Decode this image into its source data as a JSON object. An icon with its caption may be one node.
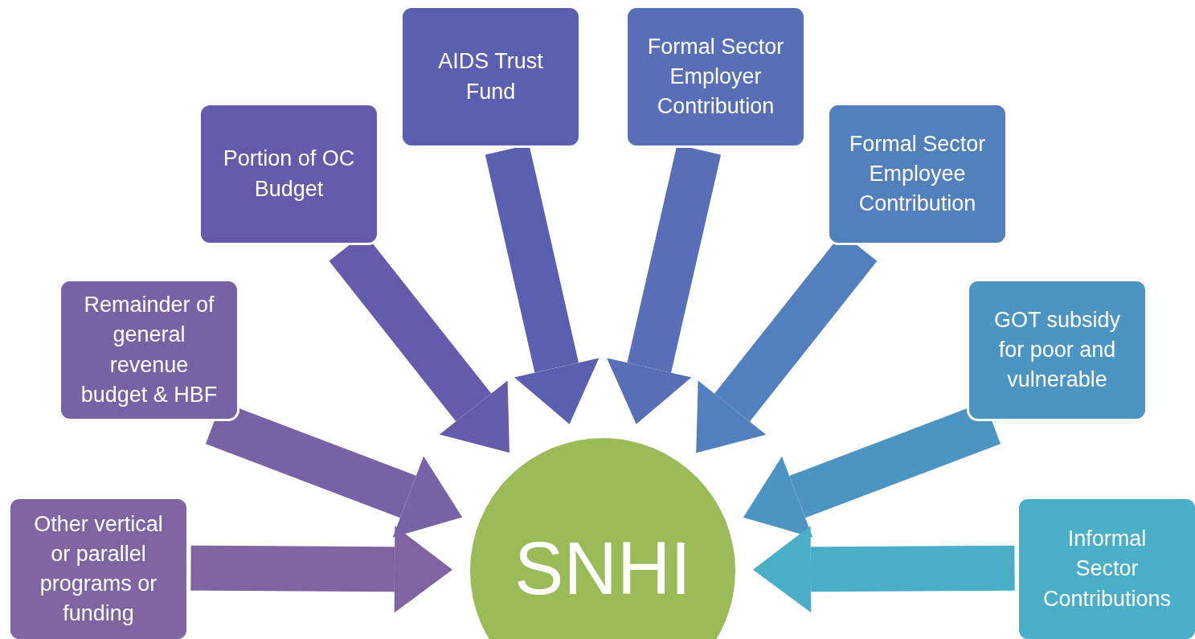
{
  "diagram": {
    "nodes": [
      {
        "text": [
          "Other vertical or parallel programs or funding"
        ]
      },
      {
        "text": [
          "Remainder of general revenue budget & HBF"
        ]
      },
      {
        "text": [
          "Portion of OC Budget"
        ]
      },
      {
        "text": [
          "AIDS Trust Fund"
        ]
      },
      {
        "text": [
          "Formal Sector Employer Contribution"
        ]
      },
      {
        "text": [
          "Formal Sector Employee Contribution"
        ]
      },
      {
        "text": [
          "GOT subsidy for poor and vulnerable"
        ]
      },
      {
        "text": [
          "Informal Sector Contributions"
        ]
      },
      {
        "text": [
          "SNHI"
        ]
      }
    ],
    "edges": [
      {
        "from": 0,
        "to": 8,
        "arrow": "to",
        "color": "#8064a2"
      },
      {
        "from": 1,
        "to": 8,
        "arrow": "to",
        "color": "#7862a6"
      },
      {
        "from": 2,
        "to": 8,
        "arrow": "to",
        "color": "#665aab"
      },
      {
        "from": 3,
        "to": 8,
        "arrow": "to",
        "color": "#5a5fb0"
      },
      {
        "from": 4,
        "to": 8,
        "arrow": "to",
        "color": "#586fb7"
      },
      {
        "from": 5,
        "to": 8,
        "arrow": "to",
        "color": "#5280bd"
      },
      {
        "from": 6,
        "to": 8,
        "arrow": "to",
        "color": "#4c95c2"
      },
      {
        "from": 7,
        "to": 8,
        "arrow": "to",
        "color": "#4aaec8"
      }
    ]
  }
}
